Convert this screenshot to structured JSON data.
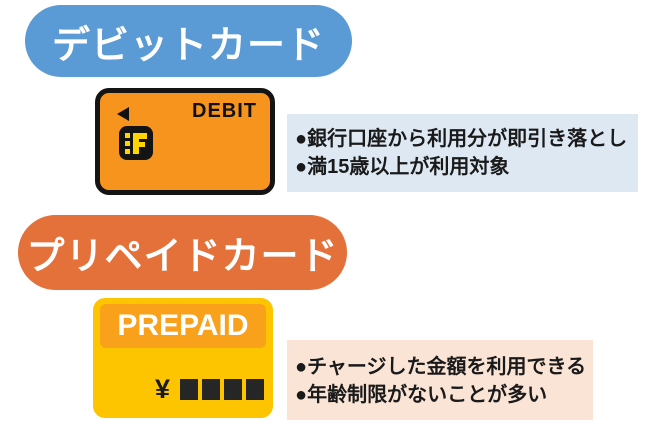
{
  "debit": {
    "heading": "デビットカード",
    "heading_bg": "#5B9BD5",
    "card": {
      "label": "DEBIT",
      "bg": "#F7941E",
      "chip_color": "#FFD400"
    },
    "notes": {
      "bg": "#DDE8F3",
      "line1": "●銀行口座から利用分が即引き落とし",
      "line2": "●満15歳以上が利用対象"
    }
  },
  "prepaid": {
    "heading": "プリペイドカード",
    "heading_bg": "#E4703A",
    "card": {
      "label": "PREPAID",
      "bg": "#FCC500",
      "band_bg": "#F9A11B",
      "currency_symbol": "¥",
      "masked_blocks": 4
    },
    "notes": {
      "bg": "#FAE4D6",
      "line1": "●チャージした金額を利用できる",
      "line2": "●年齢制限がないことが多い"
    }
  }
}
